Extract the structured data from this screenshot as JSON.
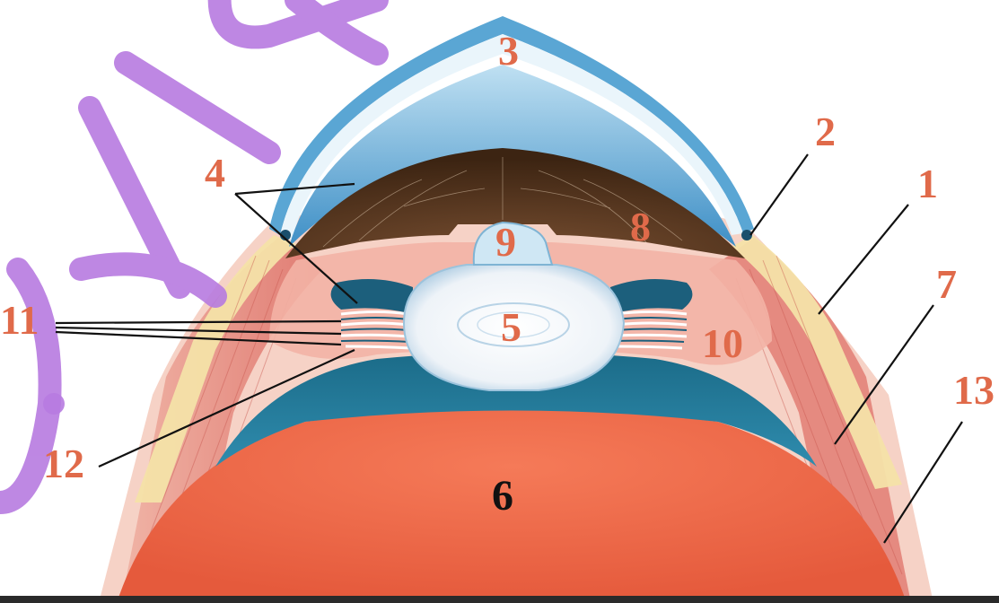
{
  "diagram": {
    "labels": [
      {
        "id": "1",
        "text": "1"
      },
      {
        "id": "2",
        "text": "2"
      },
      {
        "id": "3",
        "text": "3"
      },
      {
        "id": "4",
        "text": "4"
      },
      {
        "id": "5",
        "text": "5"
      },
      {
        "id": "6",
        "text": "6"
      },
      {
        "id": "7",
        "text": "7"
      },
      {
        "id": "8",
        "text": "8"
      },
      {
        "id": "9",
        "text": "9"
      },
      {
        "id": "10",
        "text": "10"
      },
      {
        "id": "11",
        "text": "11"
      },
      {
        "id": "12",
        "text": "12"
      },
      {
        "id": "13",
        "text": "13"
      }
    ],
    "colors": {
      "label": "#e06a4a",
      "label_dark": "#111111",
      "cornea": "#4a9cd0",
      "cornea_light": "#d6ecf6",
      "iris": "#5a3a22",
      "lens": "#f4f7fb",
      "vitreous": "#f07050",
      "sclera": "#f2d6a0",
      "muscle": "#e48a82",
      "ciliary": "#1d6f8e",
      "watermark": "#b77be0"
    }
  }
}
